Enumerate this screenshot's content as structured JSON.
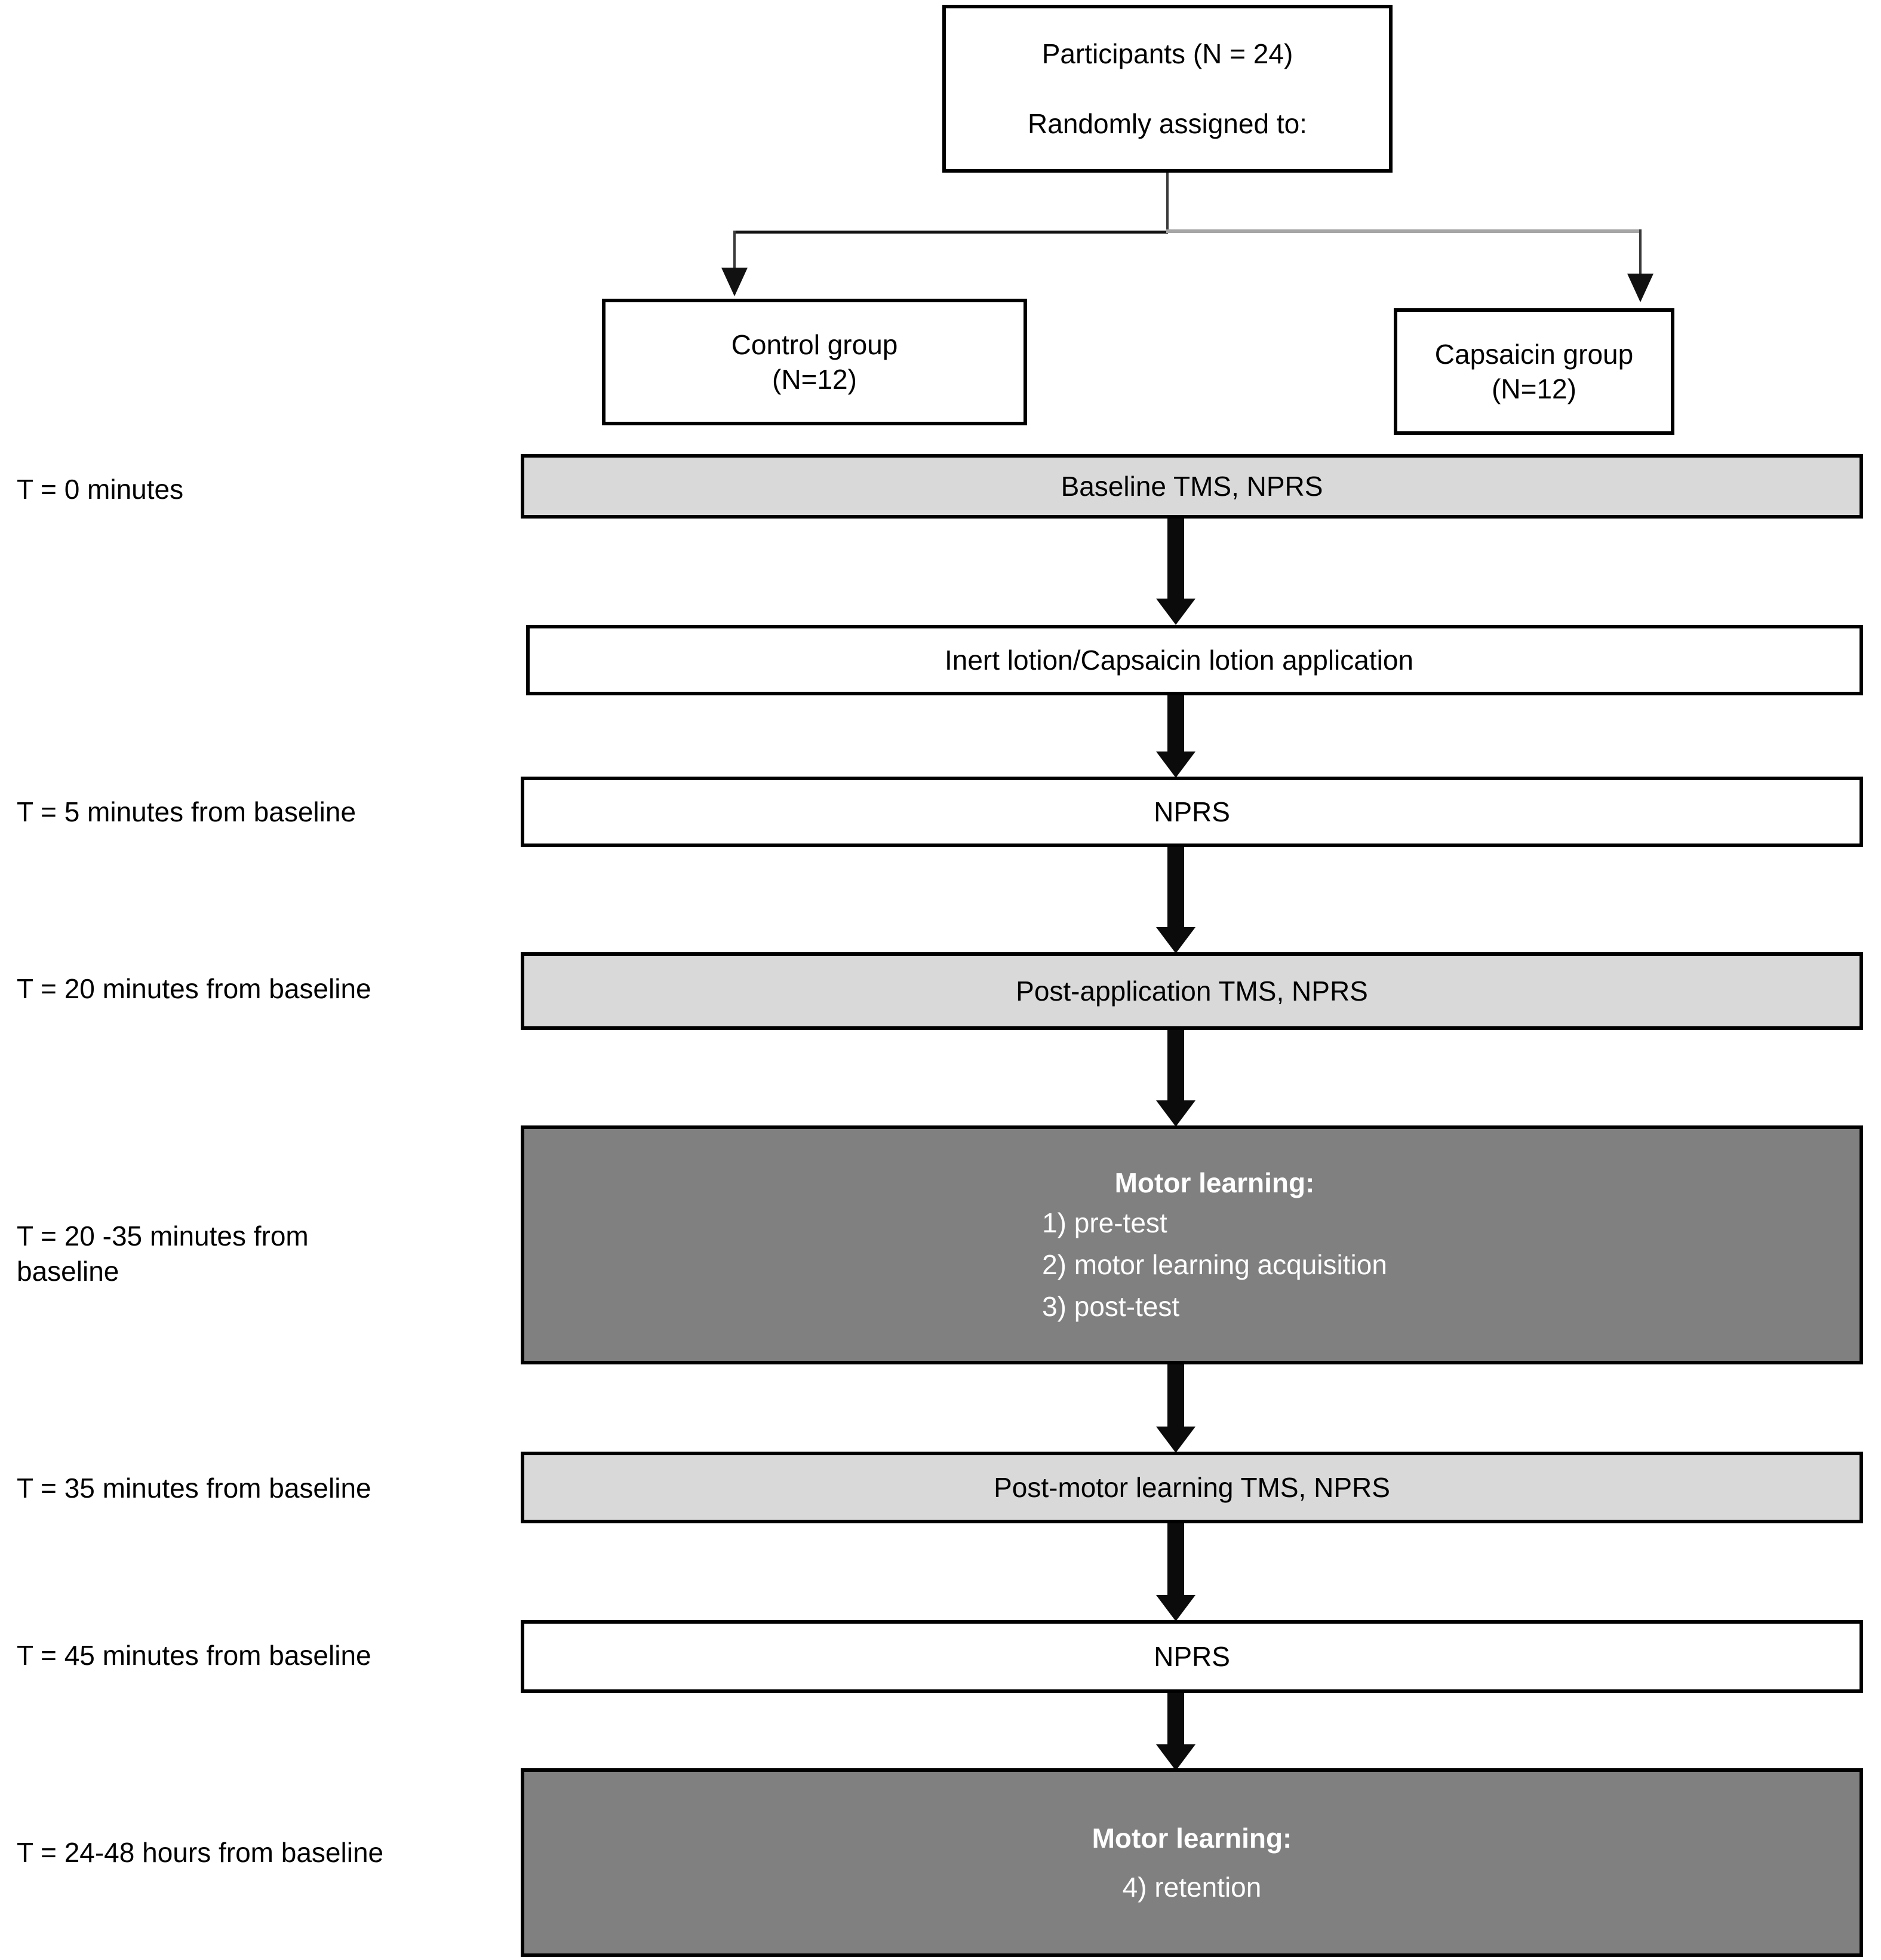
{
  "diagram": {
    "title": "Study protocol flowchart",
    "colors": {
      "box_border": "#000000",
      "box_fill_white": "#ffffff",
      "box_fill_light_gray": "#d9d9d9",
      "box_fill_dark_gray": "#808080",
      "dark_gray_text": "#ffffff",
      "arrow": "#0b0b0b"
    }
  },
  "top": {
    "participants_line1": "Participants (N = 24)",
    "participants_line2": "Randomly assigned to:"
  },
  "groups": [
    {
      "name_line1": "Control group",
      "name_line2": "(N=12)"
    },
    {
      "name_line1": "Capsaicin group",
      "name_line2": "(N=12)"
    }
  ],
  "timeline": [
    {
      "time_label": "T = 0 minutes",
      "stage_label": "Baseline TMS, NPRS",
      "fill": "light-gray"
    },
    {
      "time_label": "",
      "stage_label": "Inert lotion/Capsaicin lotion application",
      "fill": "white"
    },
    {
      "time_label": "T = 5 minutes from baseline",
      "stage_label": "NPRS",
      "fill": "white"
    },
    {
      "time_label": "T = 20 minutes from baseline",
      "stage_label": "Post-application TMS, NPRS",
      "fill": "light-gray"
    },
    {
      "time_label": "T = 20 -35 minutes from baseline",
      "stage_heading": "Motor learning:",
      "stage_items": [
        "1) pre-test",
        "2) motor learning acquisition",
        "3) post-test"
      ],
      "fill": "dark-gray"
    },
    {
      "time_label": "T = 35 minutes from baseline",
      "stage_label": "Post-motor learning TMS, NPRS",
      "fill": "light-gray"
    },
    {
      "time_label": "T = 45 minutes from baseline",
      "stage_label": "NPRS",
      "fill": "white"
    },
    {
      "time_label": "T = 24-48 hours from baseline",
      "stage_heading": "Motor learning:",
      "stage_items": [
        "4) retention"
      ],
      "fill": "dark-gray"
    }
  ]
}
